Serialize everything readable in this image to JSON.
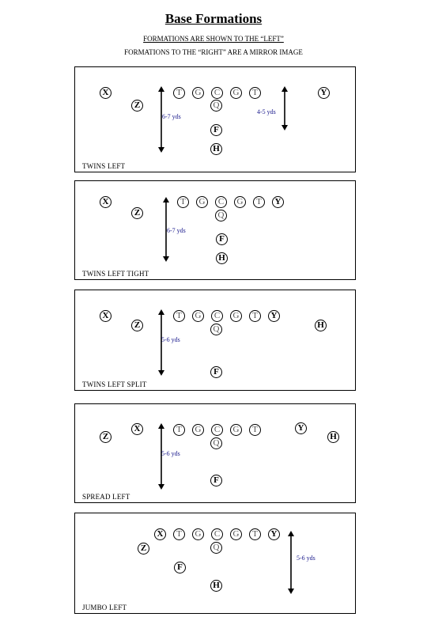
{
  "header": {
    "title": "Base Formations",
    "line1": "FORMATIONS  ARE SHOWN TO THE “LEFT”",
    "line2": "FORMATIONS TO THE “RIGHT” ARE A MIRROR IMAGE"
  },
  "formations": [
    {
      "name": "TWINS LEFT",
      "distances": [
        "6-7 yds",
        "4-5 yds"
      ],
      "players": [
        "X",
        "Z",
        "T",
        "G",
        "C",
        "G",
        "T",
        "Y",
        "Q",
        "F",
        "H"
      ]
    },
    {
      "name": "TWINS LEFT TIGHT",
      "distances": [
        "6-7 yds"
      ],
      "players": [
        "X",
        "Z",
        "T",
        "G",
        "C",
        "G",
        "T",
        "Y",
        "Q",
        "F",
        "H"
      ]
    },
    {
      "name": "TWINS LEFT SPLIT",
      "distances": [
        "5-6 yds"
      ],
      "players": [
        "X",
        "Z",
        "T",
        "G",
        "C",
        "G",
        "T",
        "Y",
        "H",
        "Q",
        "F"
      ]
    },
    {
      "name": "SPREAD LEFT",
      "distances": [
        "5-6 yds"
      ],
      "players": [
        "Z",
        "X",
        "T",
        "G",
        "C",
        "G",
        "T",
        "Y",
        "H",
        "Q",
        "F"
      ]
    },
    {
      "name": "JUMBO LEFT",
      "distances": [
        "5-6 yds"
      ],
      "players": [
        "X",
        "T",
        "G",
        "C",
        "G",
        "T",
        "Y",
        "Z",
        "Q",
        "F",
        "H"
      ]
    }
  ]
}
